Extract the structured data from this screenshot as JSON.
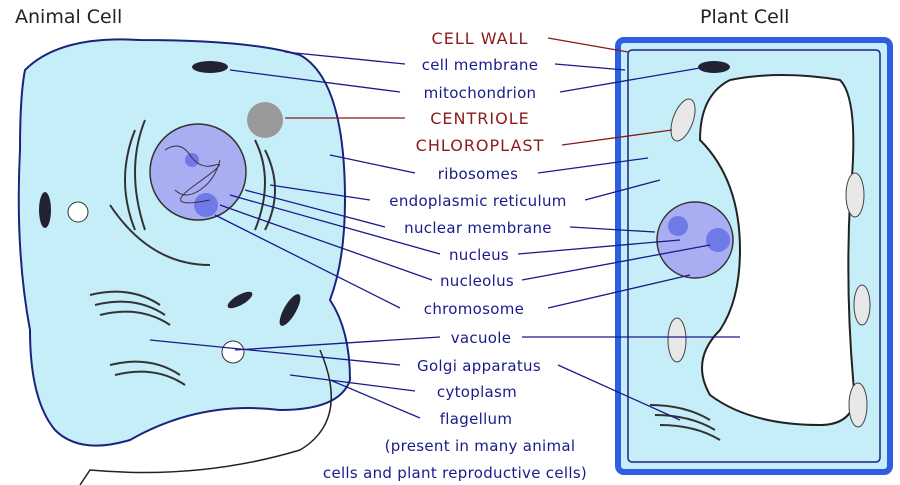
{
  "titles": {
    "animal": "Animal Cell",
    "plant": "Plant Cell"
  },
  "labels": [
    {
      "text": "CELL WALL",
      "kind": "plant-only"
    },
    {
      "text": "cell membrane",
      "kind": "both"
    },
    {
      "text": "mitochondrion",
      "kind": "both"
    },
    {
      "text": "CENTRIOLE",
      "kind": "animal-only"
    },
    {
      "text": "CHLOROPLAST",
      "kind": "plant-only"
    },
    {
      "text": "ribosomes",
      "kind": "both"
    },
    {
      "text": "endoplasmic reticulum",
      "kind": "both"
    },
    {
      "text": "nuclear membrane",
      "kind": "both"
    },
    {
      "text": "nucleus",
      "kind": "both"
    },
    {
      "text": "nucleolus",
      "kind": "both"
    },
    {
      "text": "chromosome",
      "kind": "both"
    },
    {
      "text": "vacuole",
      "kind": "both"
    },
    {
      "text": "Golgi apparatus",
      "kind": "both"
    },
    {
      "text": "cytoplasm",
      "kind": "both"
    },
    {
      "text": "flagellum",
      "kind": "both"
    },
    {
      "text": "(present in many animal",
      "kind": "note"
    },
    {
      "text": "cells and plant reproductive cells)",
      "kind": "note"
    }
  ],
  "colors": {
    "cytoplasm": "#c6eef8",
    "membrane": "#1a237e",
    "cell_wall": "#2f5fe0",
    "nucleus": "#a9aef2",
    "label": "#1a1a8c",
    "plant_only_label": "#8b1a1a"
  }
}
